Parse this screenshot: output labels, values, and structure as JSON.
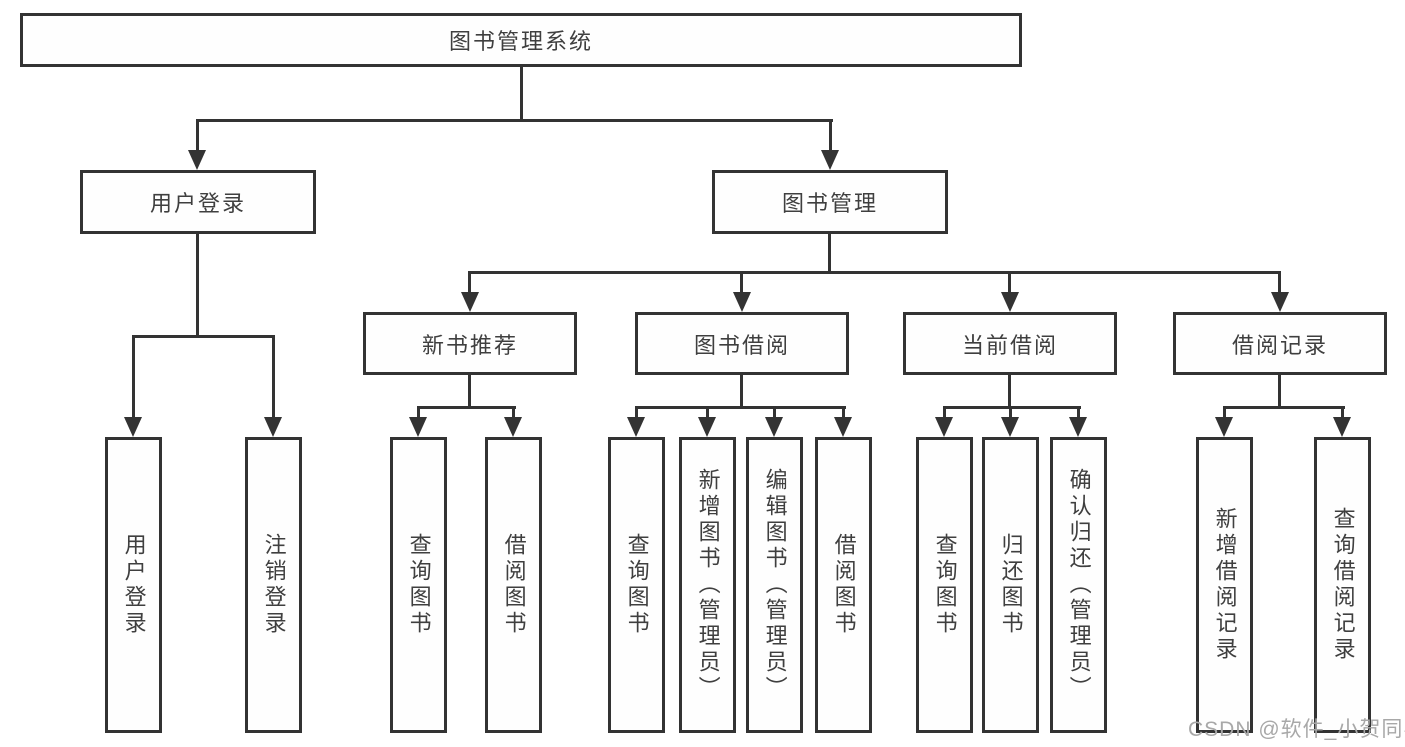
{
  "diagram": {
    "title": "图书管理系统",
    "root": "图书管理系统",
    "level2": {
      "user_login": "用户登录",
      "book_management": "图书管理"
    },
    "level3": {
      "new_book_recommendation": "新书推荐",
      "book_borrowing": "图书借阅",
      "current_borrowing": "当前借阅",
      "borrowing_records": "借阅记录"
    },
    "leaves": {
      "user_login": [
        "用户登录",
        "注销登录"
      ],
      "new_book_recommendation": [
        "查询图书",
        "借阅图书"
      ],
      "book_borrowing": [
        "查询图书",
        "新增图书（管理员）",
        "编辑图书（管理员）",
        "借阅图书"
      ],
      "current_borrowing": [
        "查询图书",
        "归还图书",
        "确认归还（管理员）"
      ],
      "borrowing_records": [
        "新增借阅记录",
        "查询借阅记录"
      ]
    }
  },
  "watermark": {
    "text": "CSDN @软件_小贺同学",
    "color": "#a8a8a8"
  },
  "colors": {
    "line": "#333333",
    "box_border": "#333333",
    "text": "#3f3f3f",
    "background": "#ffffff"
  }
}
